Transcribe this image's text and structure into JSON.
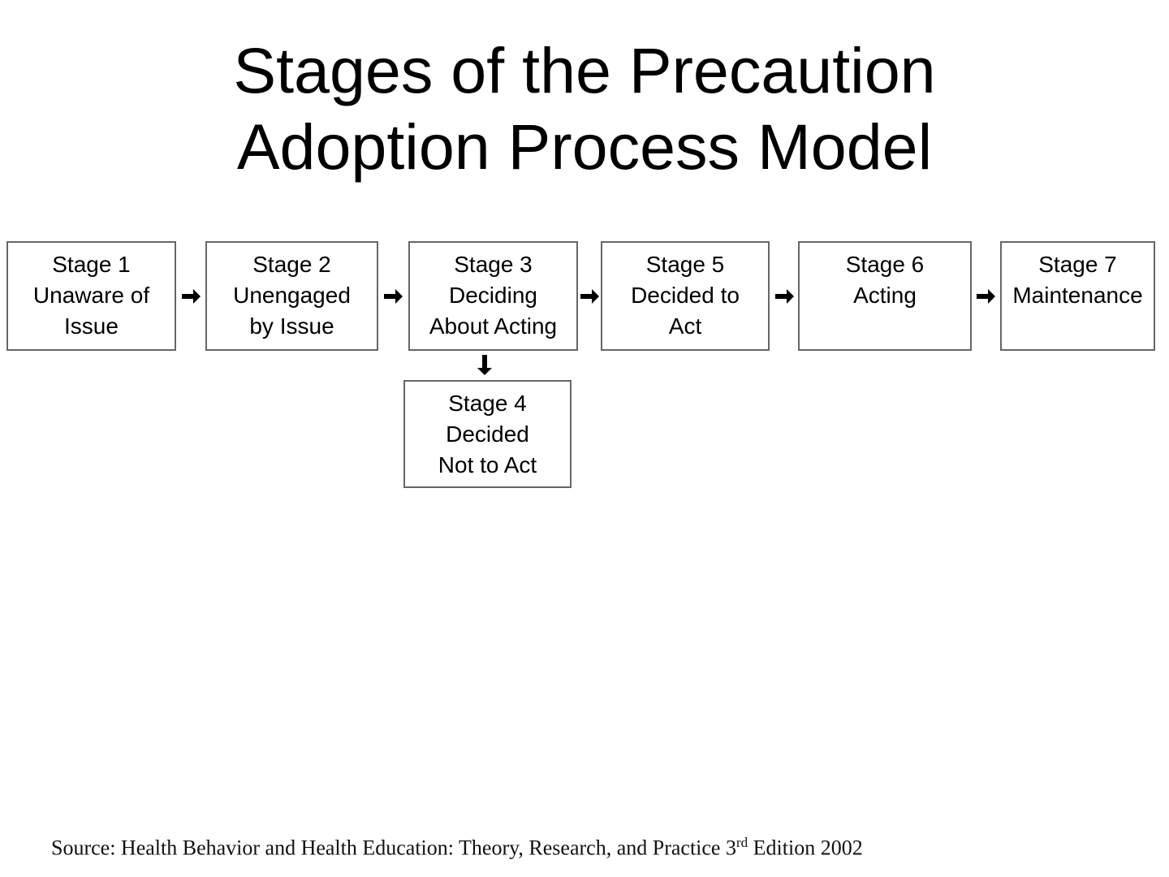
{
  "title": {
    "line1": "Stages of the Precaution",
    "line2": "Adoption Process Model"
  },
  "stages": {
    "stage1": {
      "name": "Stage 1",
      "lines": [
        "Unaware of",
        "Issue"
      ]
    },
    "stage2": {
      "name": "Stage 2",
      "lines": [
        "Unengaged",
        "by Issue"
      ]
    },
    "stage3": {
      "name": "Stage 3",
      "lines": [
        "Deciding",
        "About Acting"
      ]
    },
    "stage4": {
      "name": "Stage 4",
      "lines": [
        "Decided",
        "Not to Act"
      ]
    },
    "stage5": {
      "name": "Stage 5",
      "lines": [
        "Decided to",
        "Act"
      ]
    },
    "stage6": {
      "name": "Stage 6",
      "lines": [
        "Acting"
      ]
    },
    "stage7": {
      "name": "Stage 7",
      "lines": [
        "Maintenance"
      ]
    }
  },
  "source": {
    "prefix": "Source: Health Behavior and Health Education: Theory, Research, and Practice 3",
    "superscript": "rd",
    "suffix": " Edition 2002"
  },
  "colors": {
    "background": "#ffffff",
    "text": "#000000",
    "box_border": "#666666",
    "arrow": "#000000"
  }
}
